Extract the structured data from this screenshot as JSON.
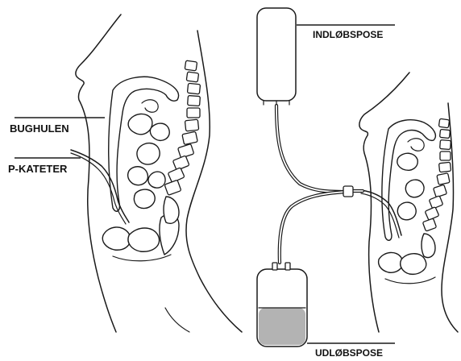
{
  "labels": {
    "abdomen": "BUGHULEN",
    "catheter": "P-KATETER",
    "inflow_bag": "INDLØBSPOSE",
    "outflow_bag": "UDLØBSPOSE"
  },
  "colors": {
    "line": "#1a1a1a",
    "fluid": "#b3b3b3",
    "background": "#ffffff"
  }
}
